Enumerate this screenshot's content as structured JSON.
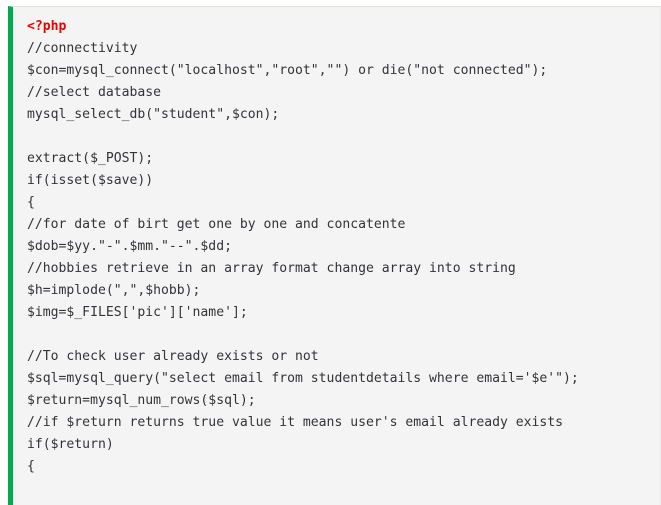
{
  "block": {
    "language": "php",
    "accent_color": "#00ab4e",
    "background_color": "#f4f4f4",
    "text_color": "#333338",
    "keyword_color": "#ee0000"
  },
  "code": {
    "lines": [
      {
        "text": "<?php",
        "style": "tag-open"
      },
      {
        "text": "//connectivity",
        "style": "plain"
      },
      {
        "text": "$con=mysql_connect(\"localhost\",\"root\",\"\") or die(\"not connected\");",
        "style": "plain"
      },
      {
        "text": "//select database",
        "style": "plain"
      },
      {
        "text": "mysql_select_db(\"student\",$con);",
        "style": "plain"
      },
      {
        "text": "",
        "style": "blank"
      },
      {
        "text": "extract($_POST);",
        "style": "plain"
      },
      {
        "text": "if(isset($save))",
        "style": "plain"
      },
      {
        "text": "{",
        "style": "plain"
      },
      {
        "text": "//for date of birt get one by one and concatente",
        "style": "plain"
      },
      {
        "text": "$dob=$yy.\"-\".$mm.\"--\".$dd;",
        "style": "plain"
      },
      {
        "text": "//hobbies retrieve in an array format change array into string",
        "style": "plain"
      },
      {
        "text": "$h=implode(\",\",$hobb);",
        "style": "plain"
      },
      {
        "text": "$img=$_FILES['pic']['name'];",
        "style": "plain"
      },
      {
        "text": "",
        "style": "blank"
      },
      {
        "text": "//To check user already exists or not",
        "style": "plain"
      },
      {
        "text": "$sql=mysql_query(\"select email from studentdetails where email='$e'\");",
        "style": "plain"
      },
      {
        "text": "$return=mysql_num_rows($sql);",
        "style": "plain"
      },
      {
        "text": "//if $return returns true value it means user's email already exists",
        "style": "plain"
      },
      {
        "text": "if($return)",
        "style": "plain"
      },
      {
        "text": "{",
        "style": "plain"
      }
    ]
  }
}
